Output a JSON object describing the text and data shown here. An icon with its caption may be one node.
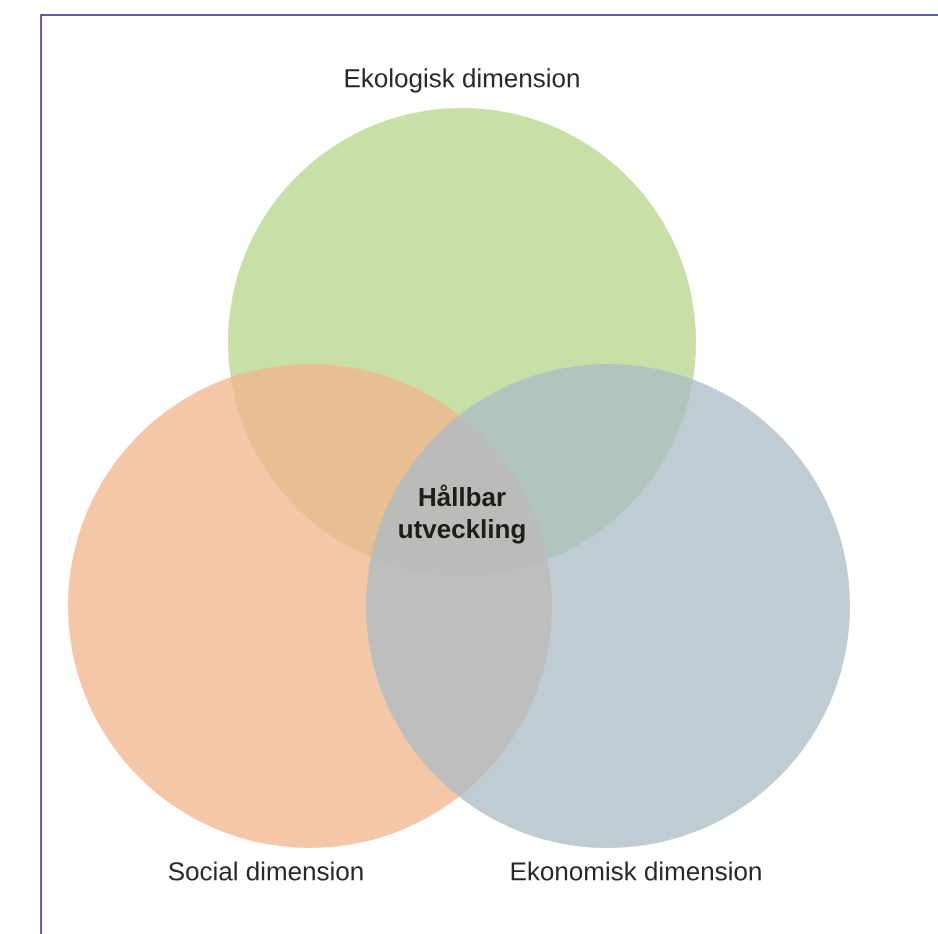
{
  "diagram": {
    "nodes": [
      {
        "text": [
          "Ekologisk dimension"
        ]
      },
      {
        "text": [
          "Social dimension"
        ]
      },
      {
        "text": [
          "Ekonomisk dimension"
        ]
      }
    ],
    "labels": [
      "Hållbar utveckling"
    ]
  }
}
